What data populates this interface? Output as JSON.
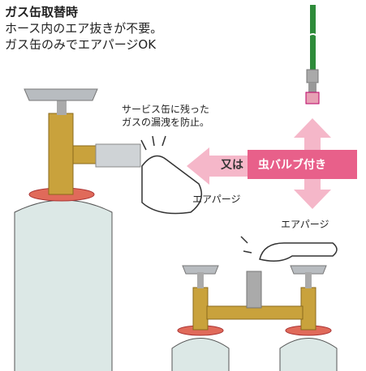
{
  "heading": "ガス缶取替時",
  "lines": [
    "ホース内のエア抜きが不要。",
    "ガス缶のみでエアパージOK"
  ],
  "note_lines": [
    "サービス缶に残った",
    "ガスの漏洩を防止。"
  ],
  "or_label": "又は",
  "valve_label": "虫バルブ付き",
  "air_purge": [
    "エアパージ",
    "エアパージ"
  ],
  "colors": {
    "pink": "#e8608a",
    "pink_light": "#f5b7c9",
    "hose_green": "#2e8b3a",
    "brass": "#c9a23c",
    "can": "#dce8e6"
  }
}
